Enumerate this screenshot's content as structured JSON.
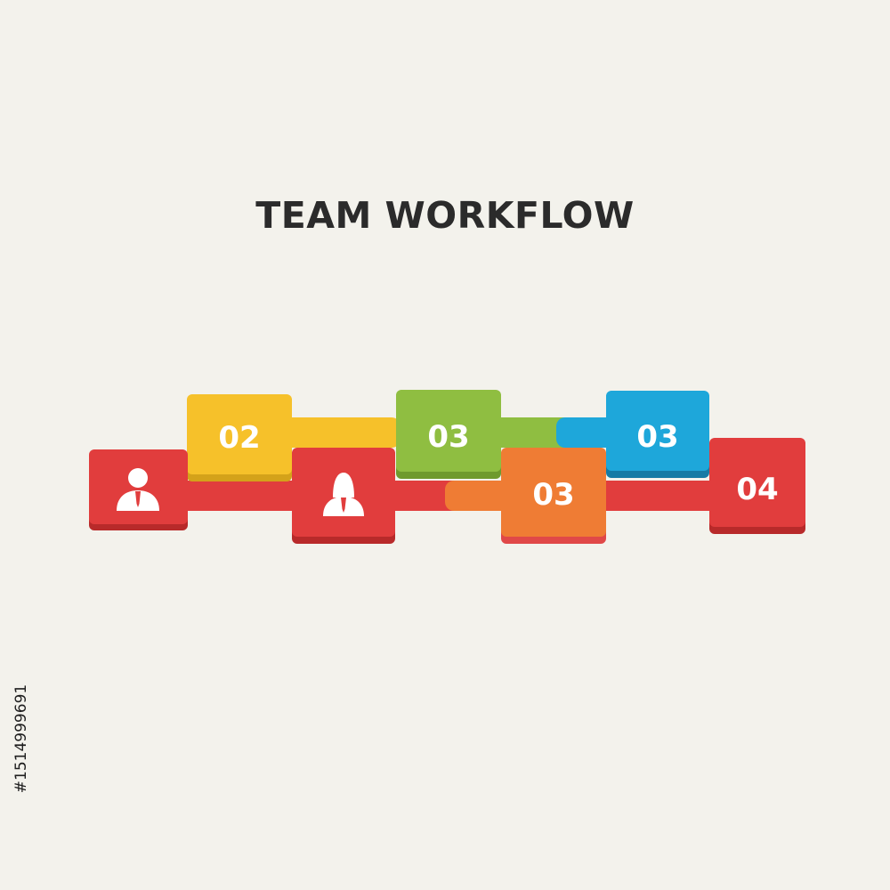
{
  "title": "TEAM WORKFLOW",
  "stock_id": "#1514999691",
  "steps": [
    {
      "label": "02",
      "color": "#f6c12a"
    },
    {
      "label": "03",
      "color": "#8fbe41"
    },
    {
      "label": "03",
      "color": "#1ea7da"
    },
    {
      "label": "03",
      "color": "#ef7c34"
    },
    {
      "label": "04",
      "color": "#e13d3d"
    }
  ],
  "people": [
    {
      "icon": "man-icon",
      "color": "#e13d3d"
    },
    {
      "icon": "woman-icon",
      "color": "#e13d3d"
    }
  ]
}
